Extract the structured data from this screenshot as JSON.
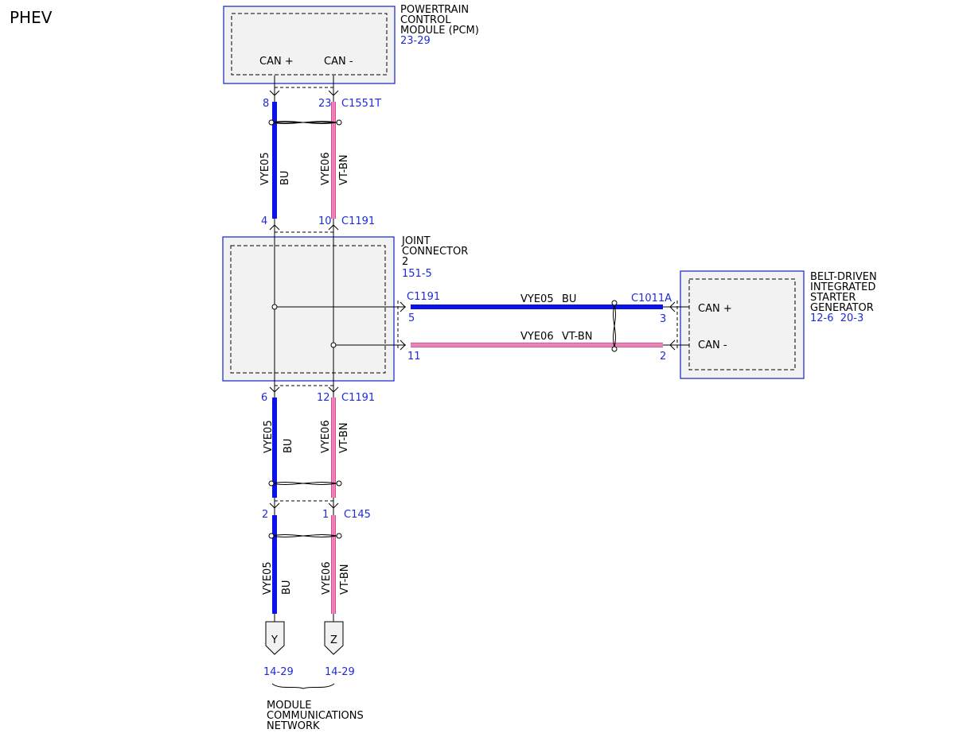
{
  "page": {
    "title": "PHEV"
  },
  "pcm": {
    "name_lines": [
      "POWERTRAIN",
      "CONTROL",
      "MODULE (PCM)"
    ],
    "ref": "23-29",
    "pins": [
      "CAN +",
      "CAN -"
    ]
  },
  "jc": {
    "name_lines": [
      "JOINT",
      "CONNECTOR",
      "2"
    ],
    "ref": "151-5"
  },
  "bisg": {
    "name_lines": [
      "BELT-DRIVEN",
      "INTEGRATED",
      "STARTER",
      "GENERATOR"
    ],
    "ref": "12-6  20-3",
    "pins": [
      "CAN +",
      "CAN -"
    ]
  },
  "connectors": {
    "c1551t": {
      "name": "C1551T",
      "pin_a": "8",
      "pin_b": "23"
    },
    "c1191_top": {
      "name": "C1191",
      "pin_a": "4",
      "pin_b": "10"
    },
    "c1191_bot": {
      "name": "C1191",
      "pin_a": "6",
      "pin_b": "12"
    },
    "c145": {
      "name": "C145",
      "pin_a": "2",
      "pin_b": "1"
    },
    "c1191_right": {
      "name": "C1191",
      "pin_a": "5",
      "pin_b": "11"
    },
    "c1011a": {
      "name": "C1011A",
      "pin_a": "3",
      "pin_b": "2"
    }
  },
  "wires": {
    "a": {
      "circuit": "VYE05",
      "color": "BU"
    },
    "b": {
      "circuit": "VYE06",
      "color": "VT-BN"
    }
  },
  "offpage": {
    "y": {
      "label": "Y",
      "ref": "14-29"
    },
    "z": {
      "label": "Z",
      "ref": "14-29"
    },
    "group_lines": [
      "MODULE",
      "COMMUNICATIONS",
      "NETWORK"
    ]
  },
  "colors": {
    "bu_wire": "#0a14e6",
    "vt_bn_wire": "#d9438f",
    "module_border": "#2233cc",
    "reference_text": "#1f2bd6"
  },
  "icons": [
    "twisted-pair-icon",
    "connector-arrow-icon",
    "splice-dot-icon",
    "offpage-connector-icon",
    "brace-icon"
  ]
}
